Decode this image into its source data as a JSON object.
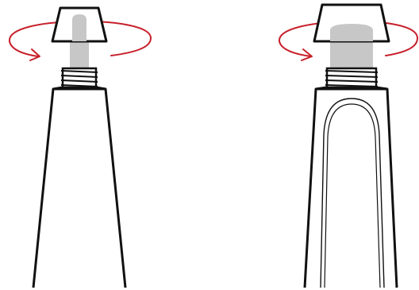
{
  "illustration": {
    "panels": [
      {
        "name": "tube-left",
        "variant": "single-wall"
      },
      {
        "name": "tube-right",
        "variant": "double-wall"
      }
    ],
    "colors": {
      "outline": "#111111",
      "rotation_arrow": "#c8202b",
      "nozzle_fill": "#c7c7c7",
      "background": "#ffffff"
    },
    "icons": [
      "rotation-arrow-icon",
      "cap-icon",
      "thread-icon",
      "tube-body-icon"
    ]
  }
}
